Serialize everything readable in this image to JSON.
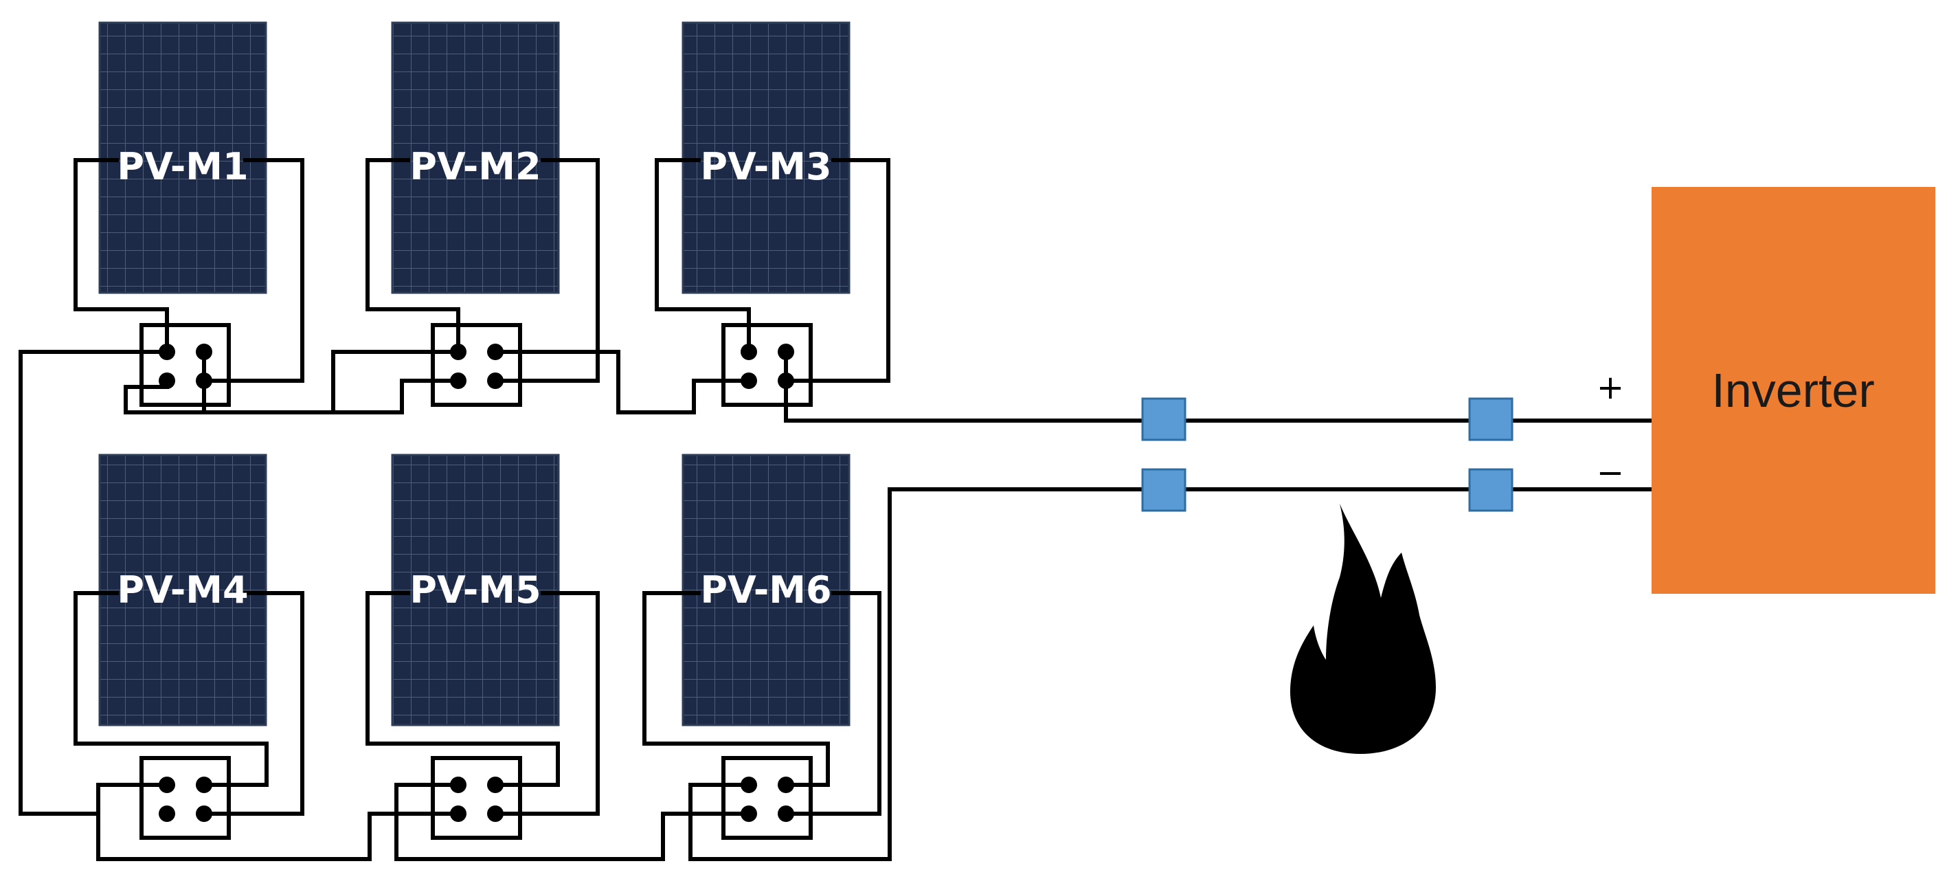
{
  "panels": [
    {
      "id": "m1",
      "label": "PV-M1"
    },
    {
      "id": "m2",
      "label": "PV-M2"
    },
    {
      "id": "m3",
      "label": "PV-M3"
    },
    {
      "id": "m4",
      "label": "PV-M4"
    },
    {
      "id": "m5",
      "label": "PV-M5"
    },
    {
      "id": "m6",
      "label": "PV-M6"
    }
  ],
  "inverter": {
    "label": "Inverter"
  },
  "polarity": {
    "positive": "+",
    "negative": "−"
  },
  "colors": {
    "panel_cell": "#1c2a47",
    "panel_grid": "#4e5d7a",
    "inverter_fill": "#ed7d31",
    "inverter_text": "#1a1a1a",
    "connector_fill": "#5b9bd5",
    "connector_stroke": "#2e6da4",
    "wire": "#000000",
    "flame": "#000000"
  },
  "icons": {
    "fire": "fire-icon"
  }
}
